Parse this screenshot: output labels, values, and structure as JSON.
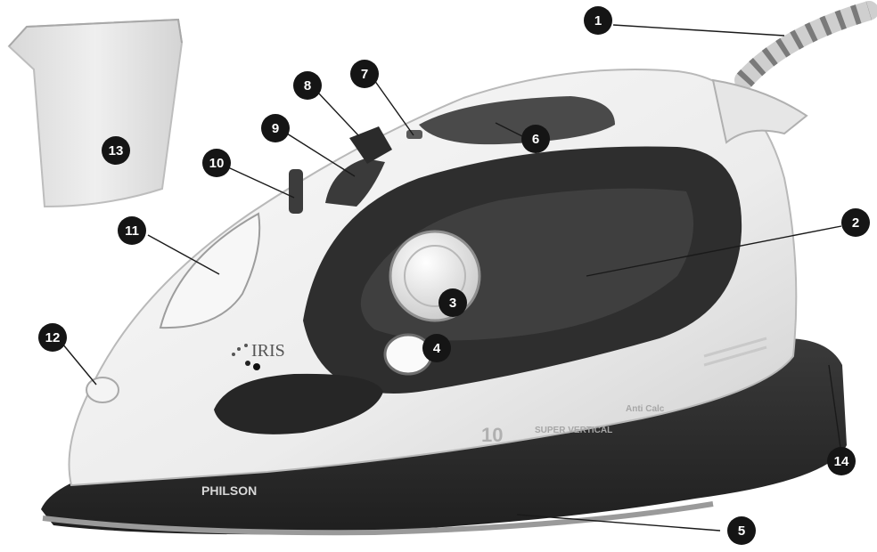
{
  "brand": {
    "logo": "IRIS",
    "maker": "PHILSON"
  },
  "soleplate_print": {
    "power": "10",
    "shot": "SUPER VERTICAL",
    "anti": "Anti Calc"
  },
  "callouts": [
    {
      "number": "1",
      "part": "power-cord"
    },
    {
      "number": "2",
      "part": "handle"
    },
    {
      "number": "3",
      "part": "temperature-dial"
    },
    {
      "number": "4",
      "part": "indicator-light"
    },
    {
      "number": "5",
      "part": "soleplate"
    },
    {
      "number": "6",
      "part": "handle-top"
    },
    {
      "number": "7",
      "part": "steam-control"
    },
    {
      "number": "8",
      "part": "spray-button"
    },
    {
      "number": "9",
      "part": "burst-button"
    },
    {
      "number": "10",
      "part": "steam-selector"
    },
    {
      "number": "11",
      "part": "water-inlet-cover"
    },
    {
      "number": "12",
      "part": "spray-nozzle"
    },
    {
      "number": "13",
      "part": "measuring-cup"
    },
    {
      "number": "14",
      "part": "heel-rest"
    }
  ],
  "colors": {
    "body": "#f1f1f1",
    "dark": "#2e2e2e",
    "mid": "#8d8d8d",
    "cup": "#e4e4e4",
    "badge": "#151515"
  }
}
